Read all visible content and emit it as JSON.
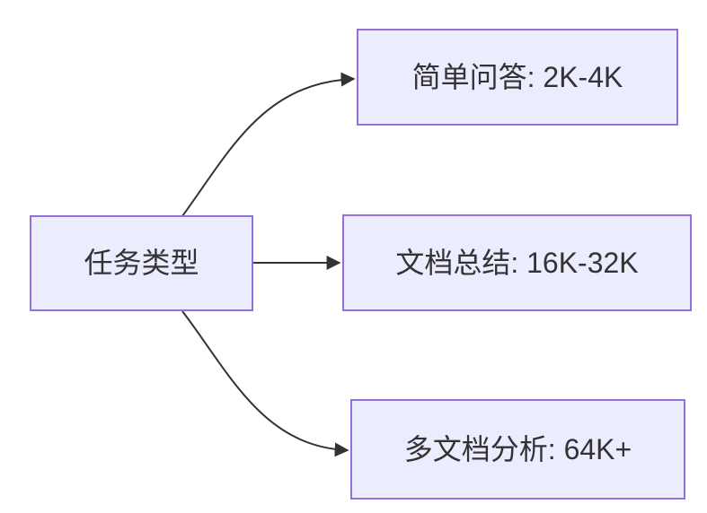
{
  "diagram": {
    "type": "flowchart",
    "direction": "left-to-right",
    "colors": {
      "background": "#ffffff",
      "node_fill": "#ECECFF",
      "node_border": "#9370DB",
      "edge_color": "#333333",
      "text_color": "#333333"
    },
    "nodes": [
      {
        "id": "root",
        "label": "任务类型"
      },
      {
        "id": "qa",
        "label": "简单问答: 2K-4K"
      },
      {
        "id": "summary",
        "label": "文档总结: 16K-32K"
      },
      {
        "id": "multidoc",
        "label": "多文档分析: 64K+"
      }
    ],
    "edges": [
      {
        "from": "任务类型",
        "to": "简单问答: 2K-4K"
      },
      {
        "from": "任务类型",
        "to": "文档总结: 16K-32K"
      },
      {
        "from": "任务类型",
        "to": "多文档分析: 64K+"
      }
    ]
  }
}
